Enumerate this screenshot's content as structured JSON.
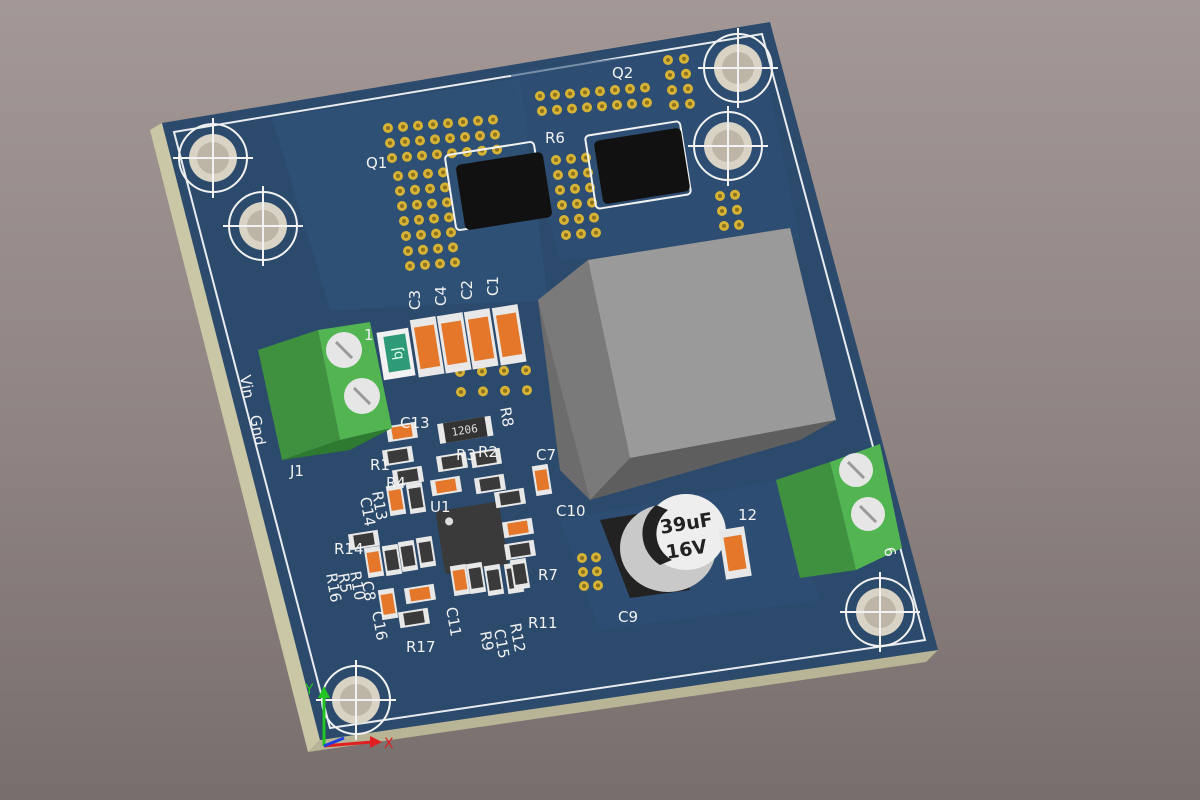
{
  "board": {
    "connectors": {
      "j1_designator": "J1",
      "j1_pin1_label": "Vin",
      "j1_pin2_label": "Gnd"
    },
    "mosfets": [
      "Q1",
      "Q2"
    ],
    "capacitors": [
      "C1",
      "C2",
      "C3",
      "C4",
      "C7",
      "C8",
      "C9",
      "C10",
      "C11",
      "C13",
      "C14",
      "C15",
      "C16"
    ],
    "resistors": [
      "R1",
      "R2",
      "R3",
      "R4",
      "R5",
      "R6",
      "R7",
      "R8",
      "R9",
      "R10",
      "R11",
      "R12",
      "R13",
      "R14",
      "R15",
      "R16",
      "R17"
    ],
    "ic": "U1",
    "electrolytic": {
      "designator": "C9",
      "value": "39uF",
      "voltage": "16V"
    },
    "resistor_r8_package": "1206",
    "partial_labels": [
      "12",
      "6",
      "1",
      "bJ"
    ]
  },
  "axes": {
    "x": "X",
    "y": "Y"
  },
  "colors": {
    "background": "#958a88",
    "board_substrate": "#d8d7b9",
    "soldermask": "#2b4a6c",
    "silkscreen": "#f2f2f2",
    "pad_gold": "#d6b336",
    "terminal_green": "#49a84a",
    "inductor_grey": "#8f8f8f",
    "capacitor_orange": "#e4772a"
  }
}
